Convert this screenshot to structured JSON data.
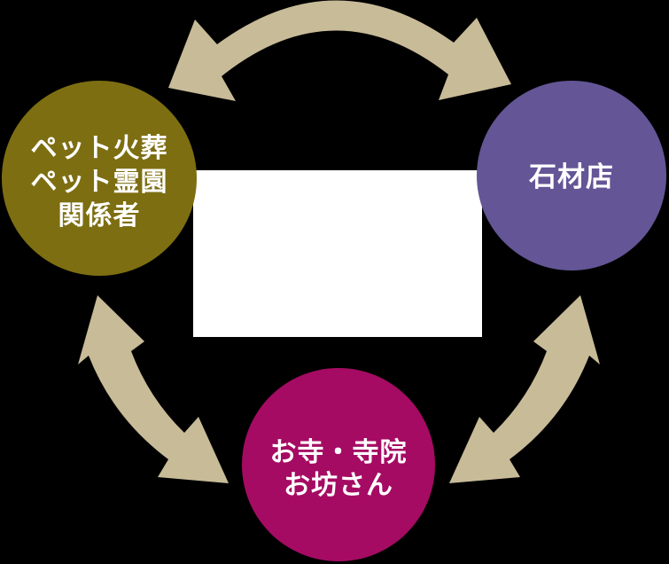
{
  "background_color": "#000000",
  "panel": {
    "color": "#ffffff"
  },
  "arrows": {
    "color": "#c8bb98"
  },
  "text_color": "#ffffff",
  "nodes": [
    {
      "id": "pet-cremation-cemetery",
      "color": "#7d6e12",
      "lines": [
        "ペット火葬",
        "ペット霊園",
        "関係者"
      ]
    },
    {
      "id": "stone-shop",
      "color": "#645596",
      "lines": [
        "石材店"
      ]
    },
    {
      "id": "temple-monk",
      "color": "#a50b63",
      "lines": [
        "お寺・寺院",
        "お坊さん"
      ]
    }
  ]
}
